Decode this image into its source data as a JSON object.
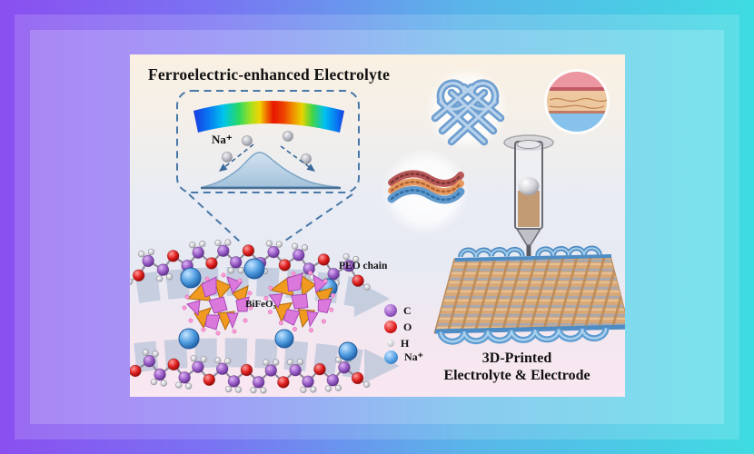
{
  "figure": {
    "title": "Ferroelectric-enhanced Electrolyte",
    "ferroelectric_inset": {
      "ion_label": "Na⁺"
    },
    "molecular_section": {
      "peo_chain_label": "PEO chain",
      "filler_label": "BiFeO₃"
    },
    "legend": {
      "items": [
        {
          "symbol": "C",
          "color": "#9a5fc8"
        },
        {
          "symbol": "O",
          "color": "#e02020"
        },
        {
          "symbol": "H",
          "color": "#d8d8d8"
        },
        {
          "symbol": "Na⁺",
          "color": "#3f8fd8"
        }
      ]
    },
    "printing_section": {
      "caption_line1": "3D-Printed",
      "caption_line2": "Electrolyte & Electrode"
    },
    "colors": {
      "background_left": "#8a4ff0",
      "background_right": "#3fdbe2",
      "dashed_outline": "#4878a8",
      "transport_arrow": "#b7c4d8"
    }
  }
}
